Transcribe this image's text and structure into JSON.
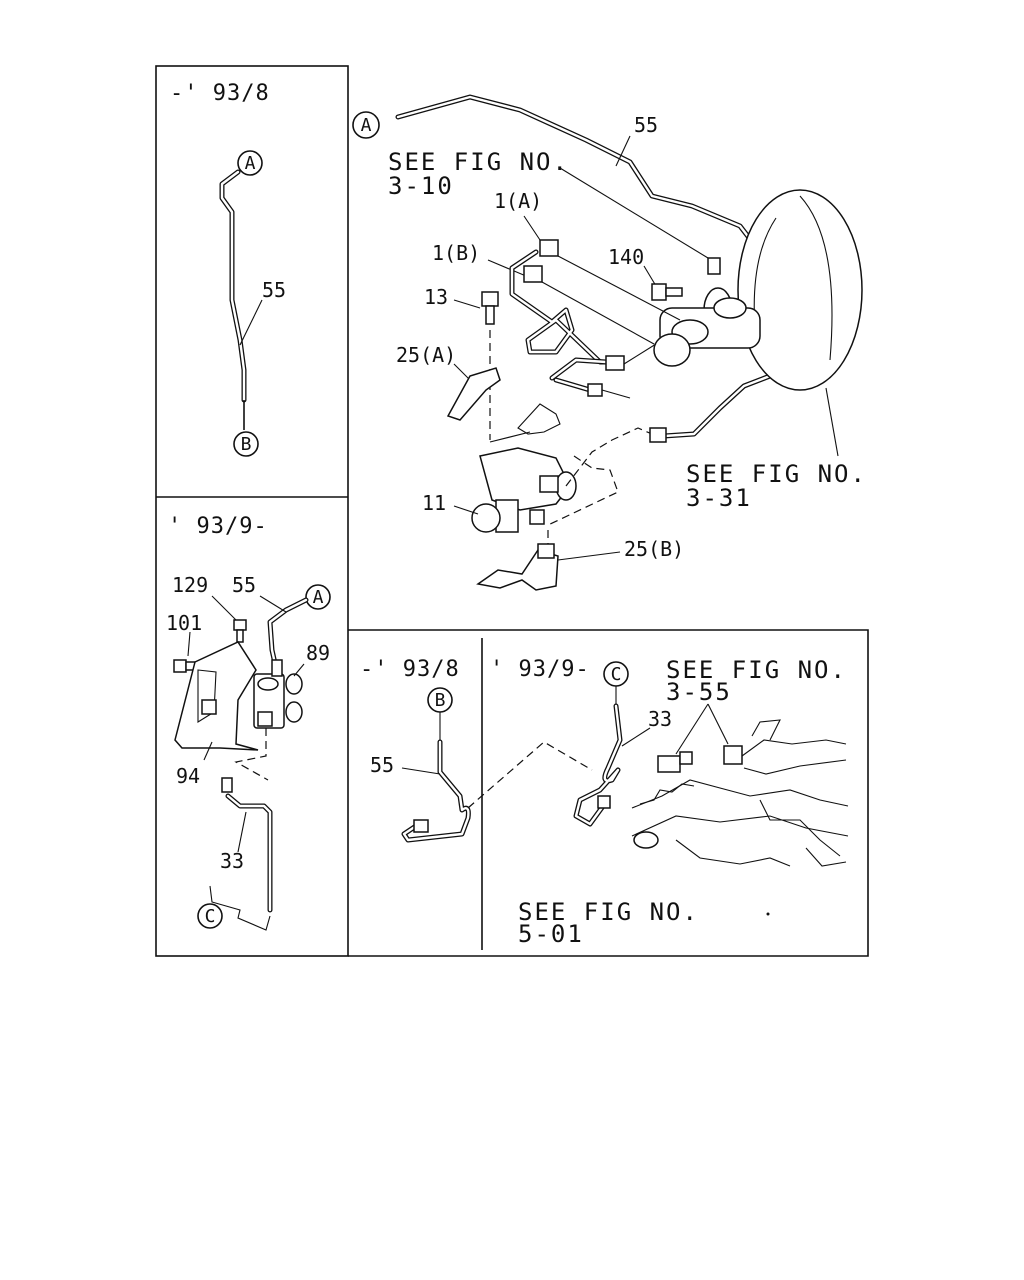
{
  "panels": {
    "top_left": {
      "title": "-' 93/8"
    },
    "mid_left": {
      "title": "' 93/9-"
    },
    "bottom_mid": {
      "title": "-' 93/8"
    },
    "bottom_right": {
      "title": "' 93/9-"
    }
  },
  "references": {
    "fig_3_10": "SEE FIG NO.\n3-10",
    "fig_3_31": "SEE FIG NO.\n3-31",
    "fig_3_55": "SEE FIG NO.\n3-55",
    "fig_5_01": "SEE FIG NO.\n5-01"
  },
  "connectors": {
    "a": "A",
    "b": "B",
    "c": "C"
  },
  "parts": {
    "p55": "55",
    "p1a": "1(A)",
    "p1b": "1(B)",
    "p140": "140",
    "p13": "13",
    "p25a": "25(A)",
    "p11": "11",
    "p25b": "25(B)",
    "p129": "129",
    "p101": "101",
    "p89": "89",
    "p94": "94",
    "p33": "33"
  }
}
